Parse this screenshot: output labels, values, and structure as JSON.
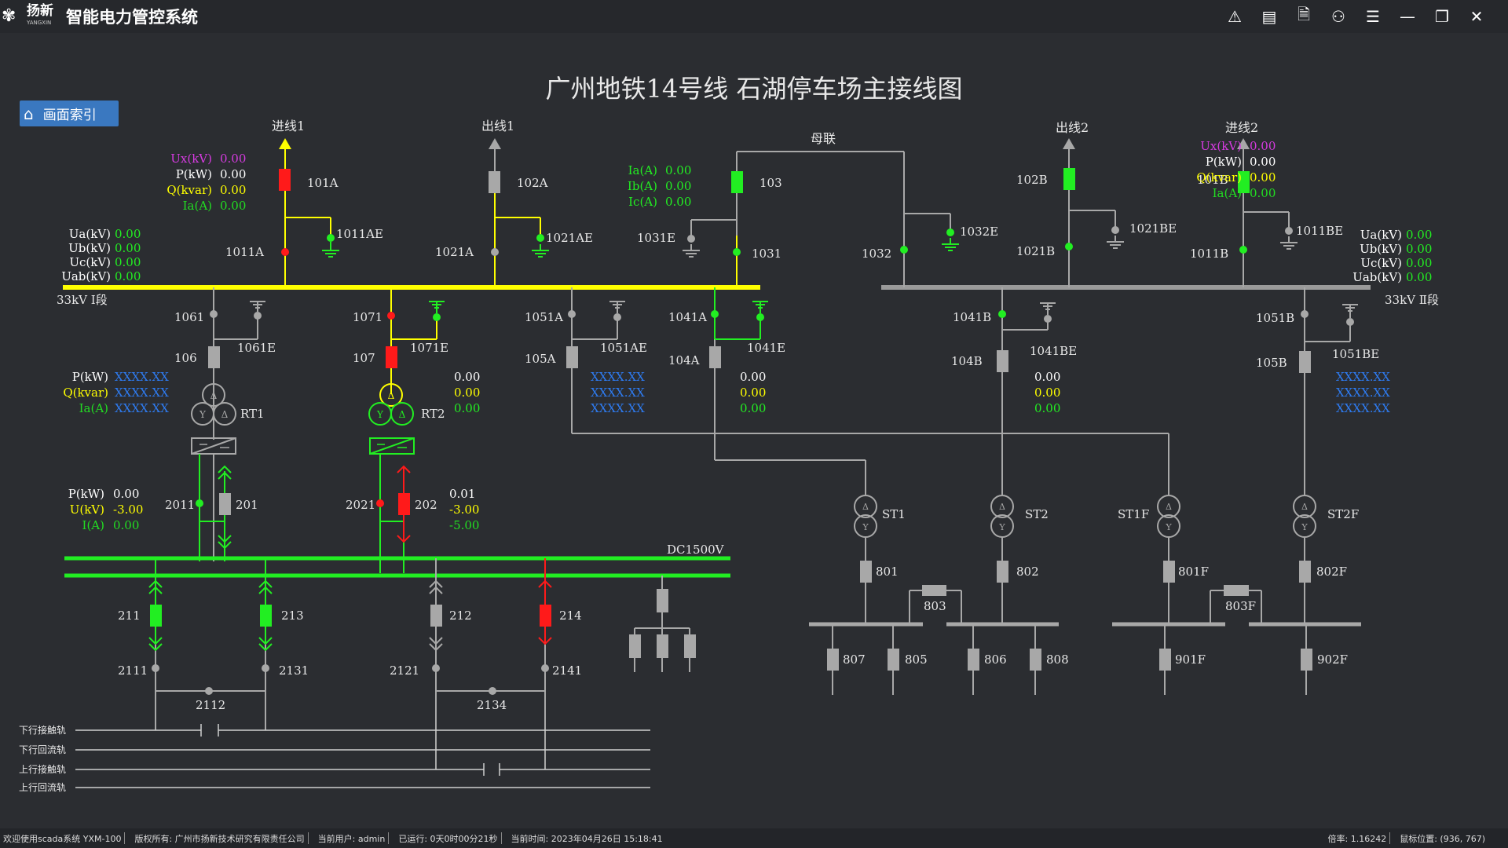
{
  "app": {
    "logo_text": "扬新",
    "logo_sub": "YANGXIN",
    "title": "智能电力管控系统"
  },
  "toolbar": {
    "icons": [
      "warning-icon",
      "report-icon",
      "search-doc-icon",
      "user-settings-icon",
      "menu-icon",
      "minimize-icon",
      "restore-icon",
      "close-icon"
    ]
  },
  "page_title": "广州地铁14号线  石湖停车场主接线图",
  "nav_button": "画面索引",
  "labels": {
    "in1": "进线1",
    "out1": "出线1",
    "tie": "母联",
    "out2": "出线2",
    "in2": "进线2",
    "bus1": "33kV  Ⅰ段",
    "bus2": "33kV  Ⅱ段",
    "dc": "DC1500V",
    "rail1": "下行接触轨",
    "rail2": "下行回流轨",
    "rail3": "上行接触轨",
    "rail4": "上行回流轨"
  },
  "meas_in1": [
    {
      "k": "Ux(kV)",
      "v": "0.00",
      "c": "#d63be0"
    },
    {
      "k": "P(kW)",
      "v": "0.00",
      "c": "#ffffff"
    },
    {
      "k": "Q(kvar)",
      "v": "0.00",
      "c": "#ffff00"
    },
    {
      "k": "Ia(A)",
      "v": "0.00",
      "c": "#22dd22"
    }
  ],
  "meas_in2": [
    {
      "k": "Ux(kV)",
      "v": "0.00",
      "c": "#d63be0"
    },
    {
      "k": "P(kW)",
      "v": "0.00",
      "c": "#ffffff"
    },
    {
      "k": "Q(kvar)",
      "v": "0.00",
      "c": "#ffff00"
    },
    {
      "k": "Ia(A)",
      "v": "0.00",
      "c": "#22dd22"
    }
  ],
  "meas_103": [
    {
      "k": "Ia(A)",
      "v": "0.00"
    },
    {
      "k": "Ib(A)",
      "v": "0.00"
    },
    {
      "k": "Ic(A)",
      "v": "0.00"
    }
  ],
  "meas_bus1": [
    {
      "k": "Ua(kV)",
      "v": "0.00"
    },
    {
      "k": "Ub(kV)",
      "v": "0.00"
    },
    {
      "k": "Uc(kV)",
      "v": "0.00"
    },
    {
      "k": "Uab(kV)",
      "v": "0.00"
    }
  ],
  "meas_bus2": [
    {
      "k": "Ua(kV)",
      "v": "0.00"
    },
    {
      "k": "Ub(kV)",
      "v": "0.00"
    },
    {
      "k": "Uc(kV)",
      "v": "0.00"
    },
    {
      "k": "Uab(kV)",
      "v": "0.00"
    }
  ],
  "meas_rt1": [
    {
      "k": "P(kW)",
      "v": "XXXX.XX",
      "c": "#ffffff"
    },
    {
      "k": "Q(kvar)",
      "v": "XXXX.XX",
      "c": "#ffff00"
    },
    {
      "k": "Ia(A)",
      "v": "XXXX.XX",
      "c": "#22dd22"
    }
  ],
  "meas_rt2": [
    "0.00",
    "0.00",
    "0.00"
  ],
  "meas_105a": [
    "XXXX.XX",
    "XXXX.XX",
    "XXXX.XX"
  ],
  "meas_104a": [
    "0.00",
    "0.00",
    "0.00"
  ],
  "meas_104b": [
    "0.00",
    "0.00",
    "0.00"
  ],
  "meas_105b": [
    "XXXX.XX",
    "XXXX.XX",
    "XXXX.XX"
  ],
  "meas_201": [
    {
      "k": "P(kW)",
      "v": "0.00",
      "c": "#ffffff"
    },
    {
      "k": "U(kV)",
      "v": "-3.00",
      "c": "#ffff00"
    },
    {
      "k": "I(A)",
      "v": "0.00",
      "c": "#22dd22"
    }
  ],
  "meas_202": [
    {
      "v": "0.01",
      "c": "#ffffff"
    },
    {
      "v": "-3.00",
      "c": "#ffff00"
    },
    {
      "v": "-5.00",
      "c": "#22dd22"
    }
  ],
  "equip": {
    "101A": "101A",
    "1011A": "1011A",
    "1011AE": "1011AE",
    "102A": "102A",
    "1021A": "1021A",
    "1021AE": "1021AE",
    "103": "103",
    "1031": "1031",
    "1031E": "1031E",
    "1032": "1032",
    "1032E": "1032E",
    "102B": "102B",
    "1021B": "1021B",
    "1021BE": "1021BE",
    "101B": "101B",
    "1011B": "1011B",
    "1011BE": "1011BE",
    "1061": "1061",
    "1061E": "1061E",
    "106": "106",
    "RT1": "RT1",
    "1071": "1071",
    "1071E": "1071E",
    "107": "107",
    "RT2": "RT2",
    "1051A": "1051A",
    "1051AE": "1051AE",
    "105A": "105A",
    "1041A": "1041A",
    "1041E": "1041E",
    "104A": "104A",
    "1041B": "1041B",
    "1041BE": "1041BE",
    "104B": "104B",
    "1051B": "1051B",
    "1051BE": "1051BE",
    "105B": "105B",
    "2011": "2011",
    "201": "201",
    "2021": "2021",
    "202": "202",
    "211": "211",
    "213": "213",
    "212": "212",
    "214": "214",
    "2111": "2111",
    "2131": "2131",
    "2121": "2121",
    "2141": "2141",
    "2112": "2112",
    "2134": "2134",
    "ST1": "ST1",
    "ST2": "ST2",
    "ST1F": "ST1F",
    "ST2F": "ST2F",
    "801": "801",
    "802": "802",
    "801F": "801F",
    "802F": "802F",
    "803": "803",
    "803F": "803F",
    "807": "807",
    "805": "805",
    "806": "806",
    "808": "808",
    "901F": "901F",
    "902F": "902F"
  },
  "status": {
    "welcome": "欢迎使用scada系统 YXM-100",
    "copyright": "版权所有: 广州市扬新技术研究有限责任公司",
    "user": "当前用户: admin",
    "uptime": "已运行: 0天0时00分21秒",
    "time": "当前时间: 2023年04月26日 15:18:41",
    "zoom": "倍率: 1.16242",
    "mouse": "鼠标位置: (936, 767)"
  },
  "colors": {
    "bus_yellow": "#ffff00",
    "bus_gray": "#9a9a9a",
    "dc_green": "#22ee22",
    "closed_red": "#ff1a1a",
    "open_green": "#22ee22",
    "gray_equip": "#a8a8a8",
    "blue_xx": "#2e7bf0",
    "nav_blue": "#3a78c0"
  }
}
